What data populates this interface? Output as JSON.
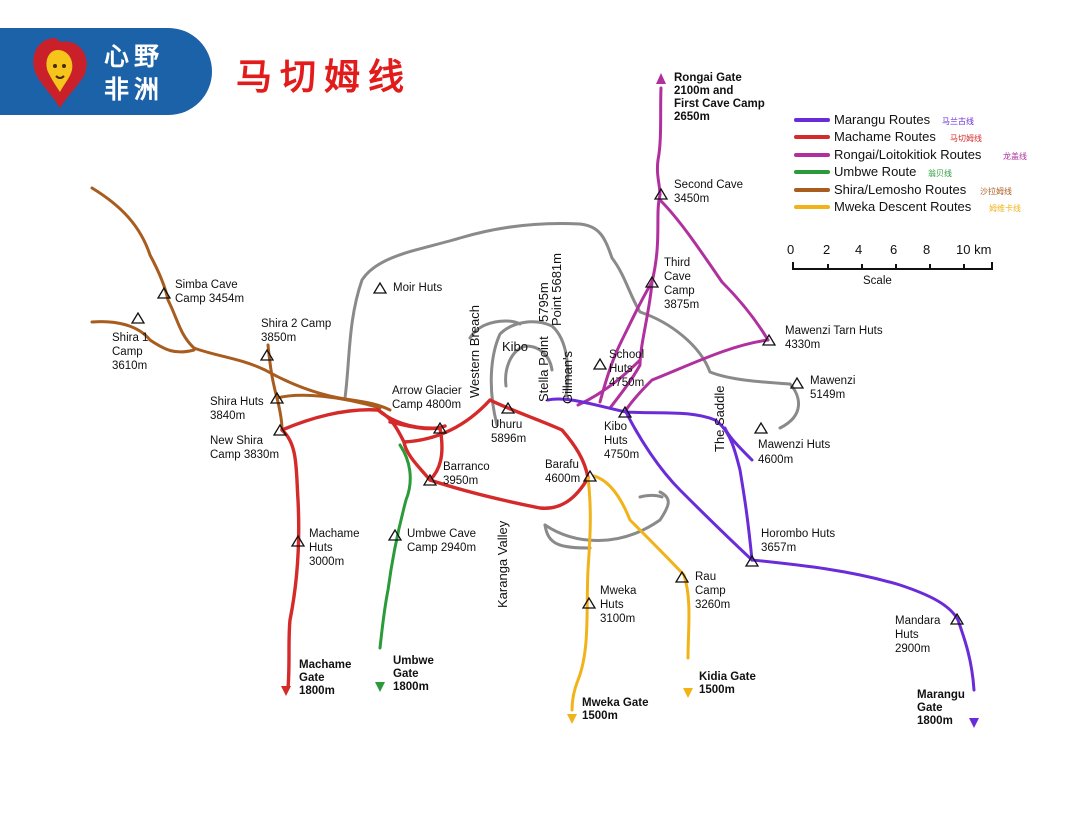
{
  "header": {
    "brand_line1": "心野",
    "brand_line2": "非洲",
    "title": "马切姆线"
  },
  "colors": {
    "brand_blue": "#1c62a8",
    "title_red": "#e21b1b",
    "marangu": "#6a2bd8",
    "machame": "#d42a2a",
    "rongai": "#b0309e",
    "umbwe": "#2b9a3a",
    "shira": "#a85c1e",
    "mweka": "#f2b21a",
    "crater": "#8a8a8a"
  },
  "legend": [
    {
      "label": "Marangu Routes",
      "cn": "马兰古线",
      "key": "marangu"
    },
    {
      "label": "Machame Routes",
      "cn": "马切姆线",
      "key": "machame"
    },
    {
      "label": "Rongai/Loitokitiok Routes",
      "cn": "龙盖线",
      "key": "rongai"
    },
    {
      "label": "Umbwe Route",
      "cn": "翁贝线",
      "key": "umbwe"
    },
    {
      "label": "Shira/Lemosho Routes",
      "cn": "沙拉姆线",
      "key": "shira"
    },
    {
      "label": "Mweka Descent Routes",
      "cn": "姆维卡线",
      "key": "mweka"
    }
  ],
  "scale": {
    "ticks": [
      "0",
      "2",
      "4",
      "6",
      "8",
      "10 km"
    ],
    "label": "Scale"
  },
  "places": {
    "rongai_gate": [
      "Rongai Gate",
      "2100m and",
      "First Cave Camp",
      "2650m"
    ],
    "second_cave": [
      "Second Cave",
      "3450m"
    ],
    "third_cave": [
      "Third",
      "Cave",
      "Camp",
      "3875m"
    ],
    "mawenzi_tarn": [
      "Mawenzi Tarn Huts",
      "4330m"
    ],
    "mawenzi": [
      "Mawenzi",
      "5149m"
    ],
    "mawenzi_huts": [
      "Mawenzi Huts",
      "4600m"
    ],
    "school_huts": [
      "School",
      "Huts",
      "4750m"
    ],
    "kibo_huts": [
      "Kibo",
      "Huts",
      "4750m"
    ],
    "the_saddle": "The Saddle",
    "horombo": [
      "Horombo Huts",
      "3657m"
    ],
    "mandara": [
      "Mandara",
      "Huts",
      "2900m"
    ],
    "marangu_gate": [
      "Marangu",
      "Gate",
      "1800m"
    ],
    "simba_cave": [
      "Simba Cave",
      "Camp 3454m"
    ],
    "shira1": [
      "Shira 1",
      "Camp",
      "3610m"
    ],
    "shira2": [
      "Shira 2 Camp",
      "3850m"
    ],
    "moir_huts": "Moir Huts",
    "shira_huts": [
      "Shira Huts",
      "3840m"
    ],
    "new_shira": [
      "New Shira",
      "Camp 3830m"
    ],
    "arrow_glacier": [
      "Arrow Glacier",
      "Camp 4800m"
    ],
    "western_breach": "Western Breach",
    "kibo": "Kibo",
    "stella_point": [
      "5795m",
      "Stella Point"
    ],
    "gillmans_point": [
      "Point 5681m",
      "Gillman's"
    ],
    "uhuru": [
      "Uhuru",
      "5896m"
    ],
    "barafu": [
      "Barafu",
      "4600m"
    ],
    "barranco": [
      "Barranco",
      "3950m"
    ],
    "machame_huts": [
      "Machame",
      "Huts",
      "3000m"
    ],
    "umbwe_cave": [
      "Umbwe Cave",
      "Camp 2940m"
    ],
    "karanga_valley": "Karanga Valley",
    "mweka_huts": [
      "Mweka",
      "Huts",
      "3100m"
    ],
    "rau_camp": [
      "Rau",
      "Camp",
      "3260m"
    ],
    "machame_gate": [
      "Machame",
      "Gate",
      "1800m"
    ],
    "umbwe_gate": [
      "Umbwe",
      "Gate",
      "1800m"
    ],
    "mweka_gate": [
      "Mweka Gate",
      "1500m"
    ],
    "kidia_gate": [
      "Kidia Gate",
      "1500m"
    ]
  }
}
